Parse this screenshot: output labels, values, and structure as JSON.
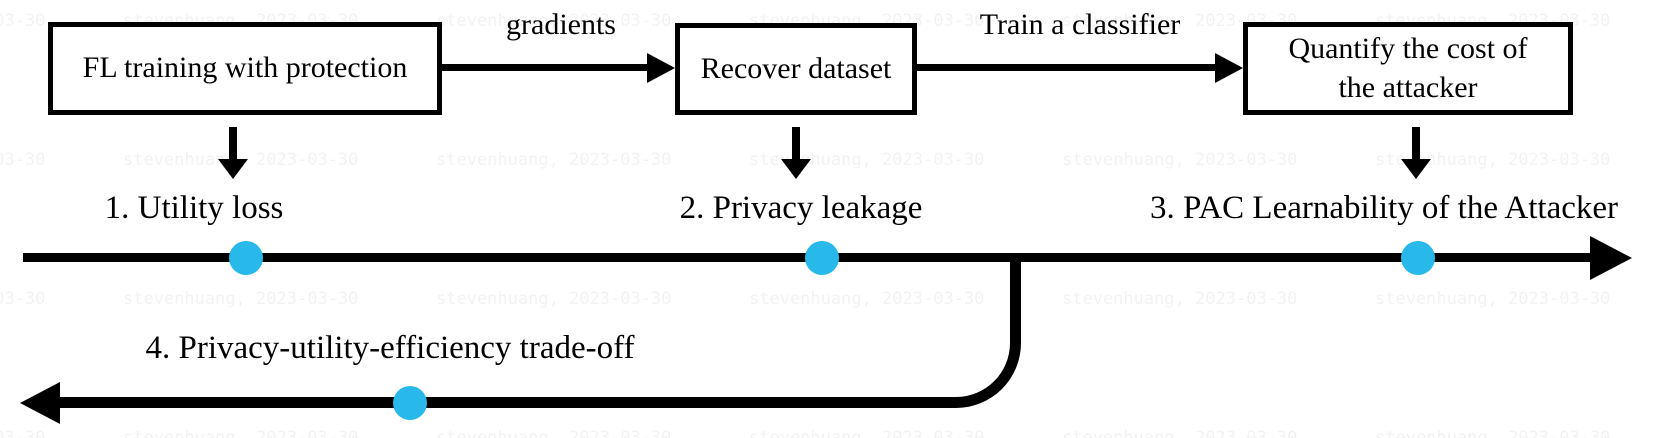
{
  "diagram": {
    "boxes": [
      {
        "label": "FL training with protection"
      },
      {
        "label": "Recover dataset"
      },
      {
        "lines": [
          "Quantify the cost of",
          "the attacker"
        ]
      }
    ],
    "edge_labels": {
      "gradients": "gradients",
      "train_classifier": "Train a classifier"
    },
    "timeline_labels": {
      "utility_loss": "1. Utility loss",
      "privacy_leakage": "2. Privacy leakage",
      "pac_learnability": "3. PAC Learnability of the Attacker",
      "tradeoff": "4. Privacy-utility-efficiency trade-off"
    },
    "colors": {
      "line": "#000000",
      "dot": "#29b8ea",
      "watermark": "#f2f2f2"
    },
    "watermark_text": "stevenhuang, 2023-03-30"
  }
}
